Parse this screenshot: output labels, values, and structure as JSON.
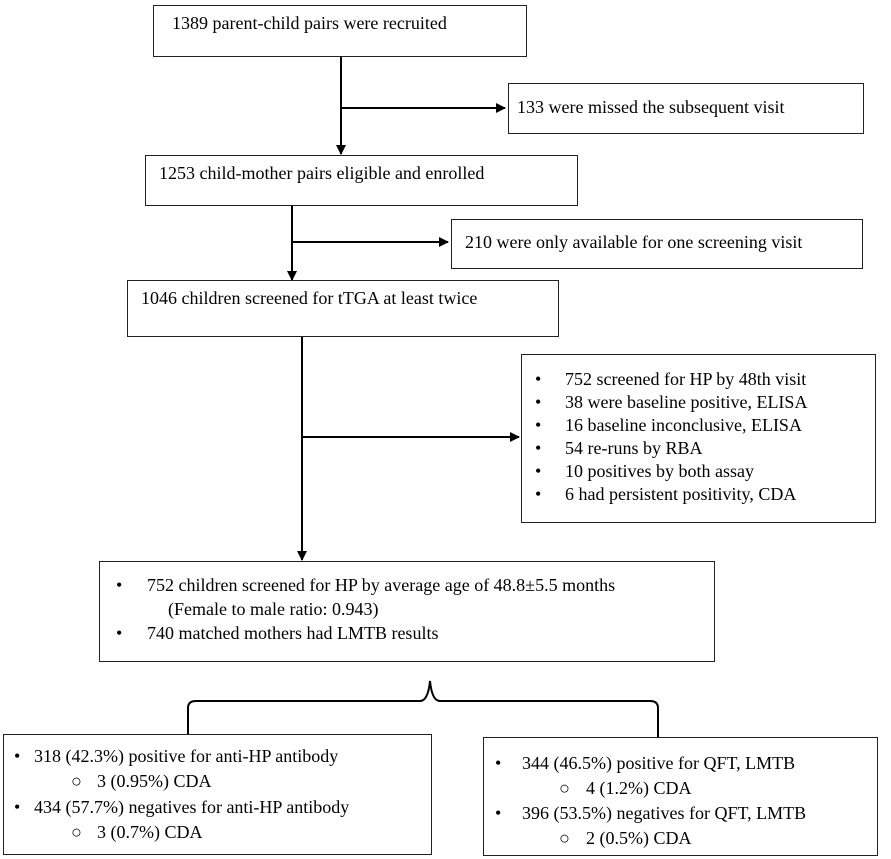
{
  "flow": {
    "recruited": "1389 parent-child pairs were recruited",
    "missed": "133 were missed the subsequent visit",
    "enrolled": "1253 child-mother pairs eligible and enrolled",
    "one_visit": "210 were only available for one screening visit",
    "screened_twice": "1046 children screened for tTGA at least twice"
  },
  "hp_side": {
    "items": [
      "752 screened for HP by 48th visit",
      "38 were baseline positive, ELISA",
      "16 baseline inconclusive, ELISA",
      "54 re-runs by RBA",
      "10 positives by both assay",
      "6 had persistent positivity, CDA"
    ]
  },
  "main_box": {
    "item1": "752 children screened for HP by average age of 48.8±5.5 months",
    "item1_sub": "(Female to male ratio: 0.943)",
    "item2": "740 matched mothers had LMTB results"
  },
  "left_box": {
    "item1": "318 (42.3%) positive for anti-HP antibody",
    "item1_sub": "3 (0.95%) CDA",
    "item2": "434 (57.7%) negatives for anti-HP antibody",
    "item2_sub": "3 (0.7%) CDA"
  },
  "right_box": {
    "item1": "344 (46.5%) positive for QFT, LMTB",
    "item1_sub": "4 (1.2%) CDA",
    "item2": "396 (53.5%) negatives for QFT, LMTB",
    "item2_sub": "2 (0.5%) CDA"
  },
  "glyphs": {
    "bullet": "•",
    "sub_bullet": "○"
  }
}
